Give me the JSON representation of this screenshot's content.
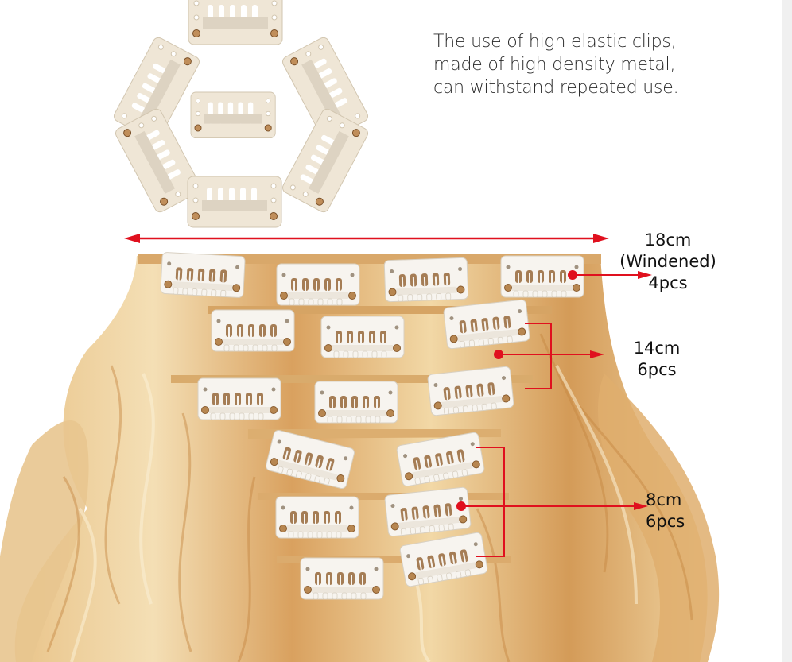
{
  "caption": {
    "lines": [
      "The use of high elastic clips,",
      "made of high density metal,",
      "can withstand repeated use."
    ]
  },
  "annotations": [
    {
      "size": "18cm",
      "note": "(Windened)",
      "count": "4pcs",
      "row": "top weft",
      "clips": 4
    },
    {
      "size": "14cm",
      "count": "6pcs",
      "row": "middle wefts",
      "clips": 3
    },
    {
      "size": "8cm",
      "count": "6pcs",
      "row": "small wefts",
      "clips": 2
    }
  ],
  "colors": {
    "accent_red": "#e0101e",
    "clip_white": "#f6f3ee",
    "clip_beige": "#ece2cf",
    "hair_light": "#f1d9a8",
    "hair_dark": "#c98a45",
    "background": "#ffffff",
    "right_strip": "#f0f0f0"
  },
  "icons": {
    "measure_arrow": "double-headed-arrow",
    "pointer_arrow": "right-arrow",
    "clip_shape": "hair-clip-snap"
  }
}
